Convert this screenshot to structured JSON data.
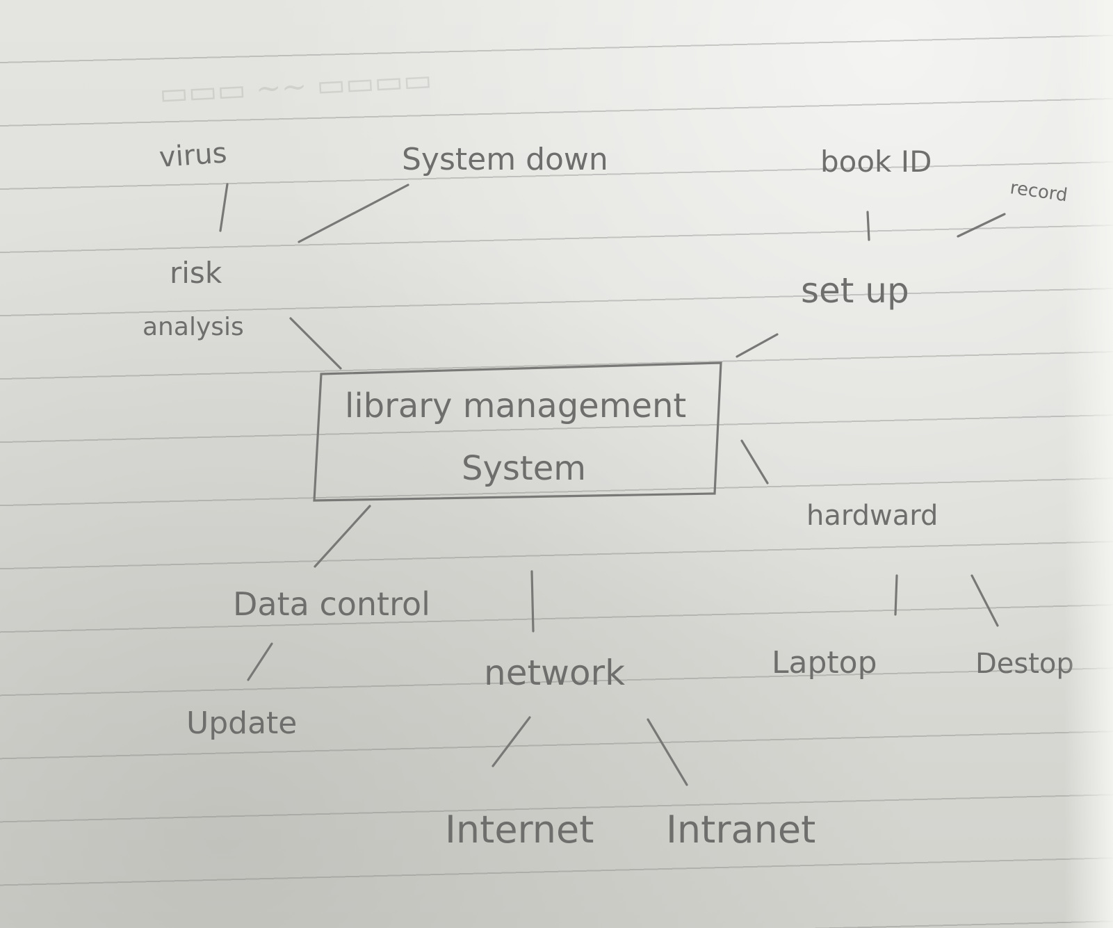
{
  "diagram": {
    "center": [
      "library management",
      "System"
    ],
    "nodes": {
      "virus": "virus",
      "system_down": "System down",
      "risk": "risk",
      "analysis": "analysis",
      "book_id": "book ID",
      "record": "record",
      "set_up": "set up",
      "hardware": "hardward",
      "laptop": "Laptop",
      "desktop": "Destop",
      "data_control": "Data control",
      "update": "Update",
      "network": "network",
      "internet": "Internet",
      "intranet": "Intranet"
    }
  },
  "colors": {
    "pencil": "#6e6e6c",
    "paper": "#e0e0dc"
  }
}
